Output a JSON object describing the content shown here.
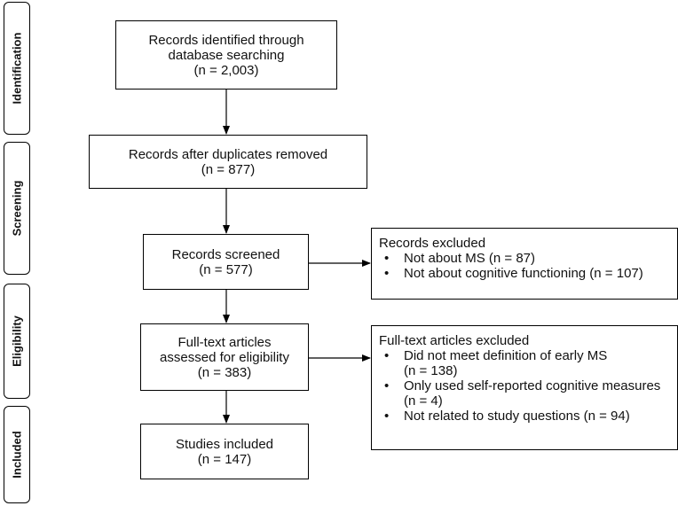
{
  "stages": {
    "identification": "Identification",
    "screening": "Screening",
    "eligibility": "Eligibility",
    "included": "Included"
  },
  "boxes": {
    "identified": {
      "line1": "Records identified through",
      "line2": "database searching",
      "line3": "(n = 2,003)"
    },
    "duplicates": {
      "line1": "Records after duplicates removed",
      "line2": "(n = 877)"
    },
    "screened": {
      "line1": "Records screened",
      "line2": "(n = 577)"
    },
    "fulltext": {
      "line1": "Full-text articles",
      "line2": "assessed for eligibility",
      "line3": "(n = 383)"
    },
    "included": {
      "line1": "Studies included",
      "line2": "(n = 147)"
    }
  },
  "excluded_records": {
    "title": "Records excluded",
    "items": [
      "Not about MS (n = 87)",
      "Not about cognitive functioning (n = 107)"
    ]
  },
  "excluded_fulltext": {
    "title": "Full-text articles excluded",
    "items": [
      "Did not meet definition of early MS",
      "(n = 138)",
      "Only used self-reported cognitive measures",
      "(n = 4)",
      "Not related to study questions (n = 94)"
    ]
  }
}
